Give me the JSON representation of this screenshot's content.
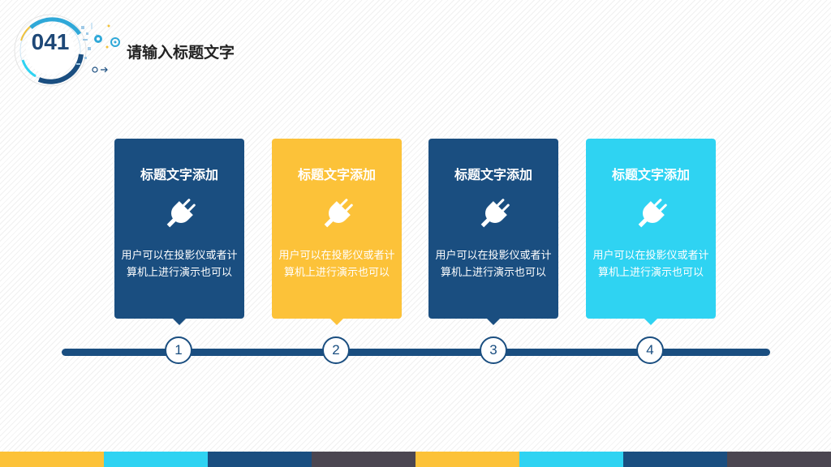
{
  "header": {
    "section_number": "041",
    "title": "请输入标题文字"
  },
  "cards": [
    {
      "title": "标题文字添加",
      "icon": "plug-icon",
      "description": "用户可以在投影仪或者计算机上进行演示也可以",
      "color": "#1a4e80"
    },
    {
      "title": "标题文字添加",
      "icon": "plug-icon",
      "description": "用户可以在投影仪或者计算机上进行演示也可以",
      "color": "#fcc239"
    },
    {
      "title": "标题文字添加",
      "icon": "plug-icon",
      "description": "用户可以在投影仪或者计算机上进行演示也可以",
      "color": "#1a4e80"
    },
    {
      "title": "标题文字添加",
      "icon": "plug-icon",
      "description": "用户可以在投影仪或者计算机上进行演示也可以",
      "color": "#2fd3f2"
    }
  ],
  "timeline": {
    "steps": [
      "1",
      "2",
      "3",
      "4"
    ],
    "color": "#1a4e80"
  },
  "footer": {
    "colors": [
      "#fcc239",
      "#2fd3f2",
      "#1a4e80",
      "#4b4651",
      "#fcc239",
      "#2fd3f2",
      "#1a4e80",
      "#4b4651"
    ]
  }
}
